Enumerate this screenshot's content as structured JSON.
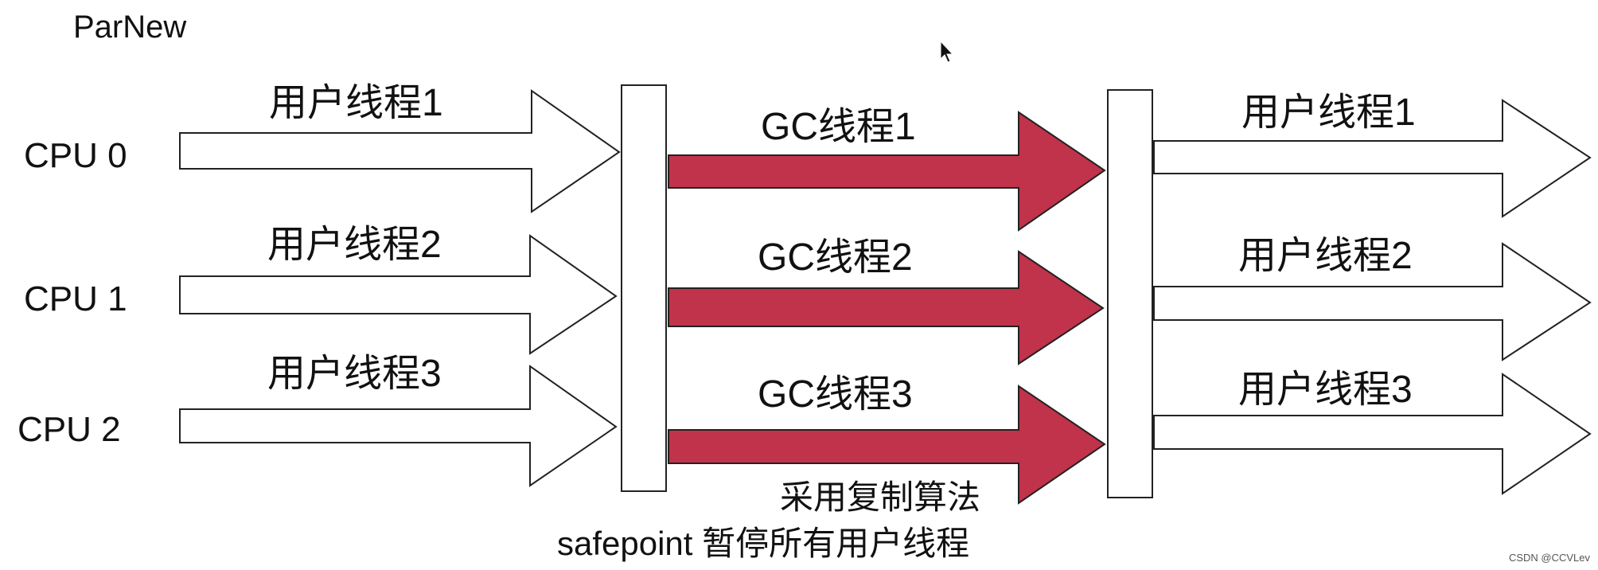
{
  "title": "ParNew",
  "cpus": [
    "CPU 0",
    "CPU 1",
    "CPU 2"
  ],
  "user_threads_before": [
    "用户线程1",
    "用户线程2",
    "用户线程3"
  ],
  "gc_threads": [
    "GC线程1",
    "GC线程2",
    "GC线程3"
  ],
  "user_threads_after": [
    "用户线程1",
    "用户线程2",
    "用户线程3"
  ],
  "notes": {
    "copy_algorithm": "采用复制算法",
    "safepoint_prefix": "safepoint",
    "safepoint_suffix": "暂停所有用户线程"
  },
  "colors": {
    "gc_arrow": "#c0334a",
    "user_arrow": "#ffffff",
    "stroke": "#222222"
  },
  "watermark": "CSDN @CCVLev",
  "cursor": "mouse-pointer-icon"
}
